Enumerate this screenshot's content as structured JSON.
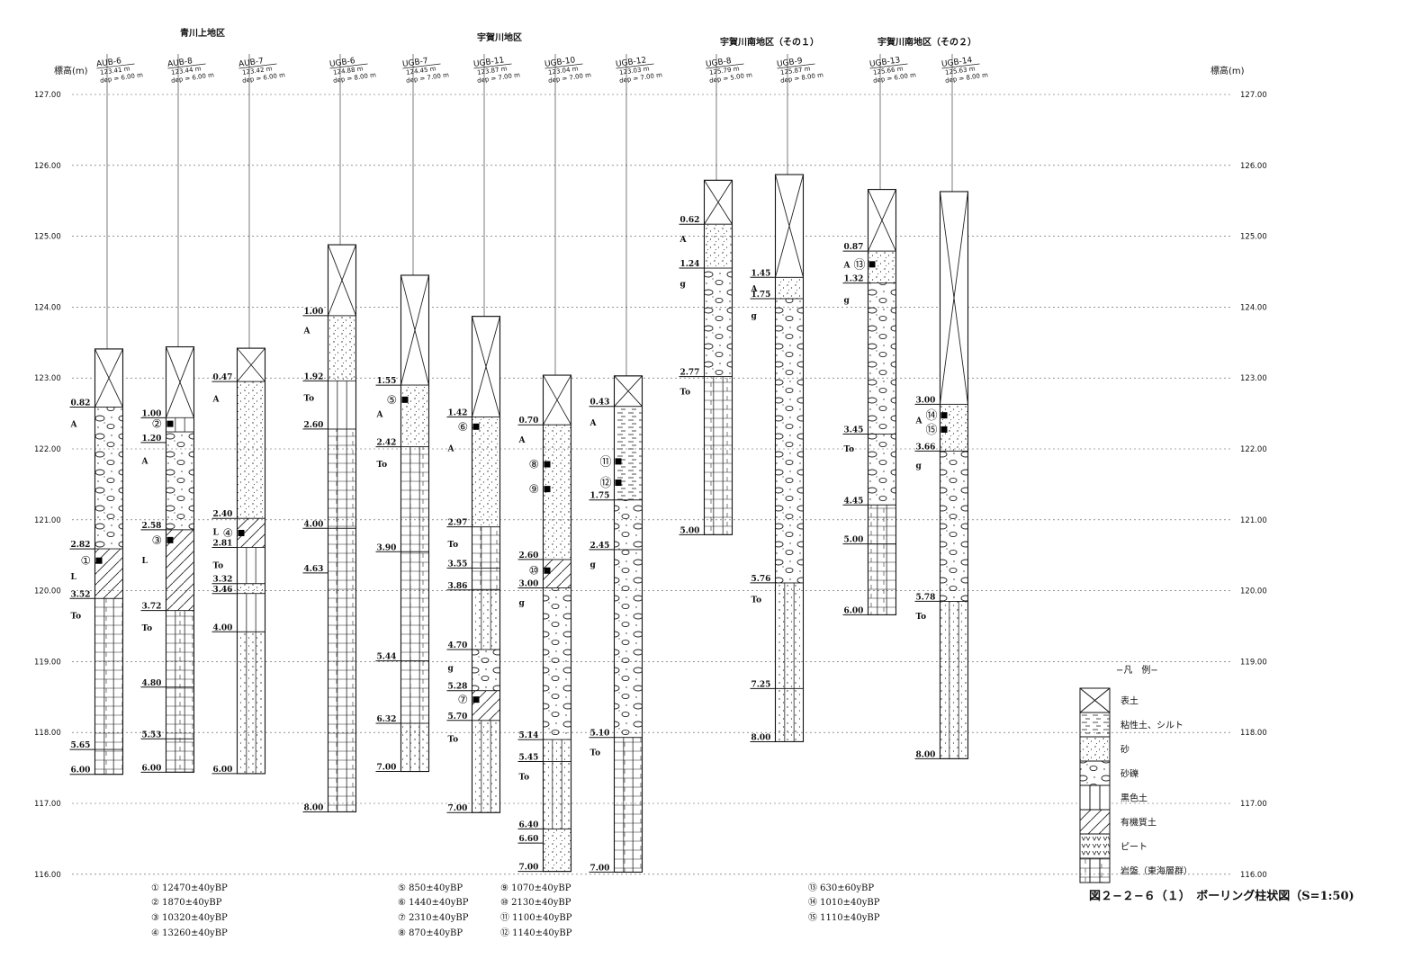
{
  "title": "図２−２−６（１）　ボーリング柱状図（S=1:50)",
  "axis": {
    "label": "標高(m)",
    "min": 116.0,
    "max": 127.0,
    "ticks": [
      "127.00",
      "126.00",
      "125.00",
      "124.00",
      "123.00",
      "122.00",
      "121.00",
      "120.00",
      "119.00",
      "118.00",
      "117.00",
      "116.00"
    ]
  },
  "districts": [
    {
      "name": "青川上地区"
    },
    {
      "name": "宇賀川地区"
    },
    {
      "name": "宇賀川南地区（その１）"
    },
    {
      "name": "宇賀川南地区（その２）"
    }
  ],
  "boreholes": [
    {
      "id": "AUB-6",
      "elev_label": "123.41 m",
      "depth_label": "dep = 6.00 m",
      "elev": 123.41,
      "depth": 6.0,
      "layers": [
        {
          "type": "topsoil",
          "from": 0,
          "to": 0.82
        },
        {
          "type": "gravel",
          "from": 0.82,
          "to": 2.82
        },
        {
          "type": "organic",
          "from": 2.82,
          "to": 3.52
        },
        {
          "type": "bedrock",
          "from": 3.52,
          "to": 5.65
        },
        {
          "type": "bedrock2",
          "from": 5.65,
          "to": 6.0
        }
      ],
      "labels": [
        {
          "text": "0.82",
          "depth": 0.82
        },
        {
          "text": "A",
          "depth": 1.05
        },
        {
          "text": "2.82",
          "depth": 2.82
        },
        {
          "text": "L",
          "depth": 3.2
        },
        {
          "text": "3.52",
          "depth": 3.52
        },
        {
          "text": "To",
          "depth": 3.75
        },
        {
          "text": "5.65",
          "depth": 5.65
        },
        {
          "text": "6.00",
          "depth": 6.0
        }
      ],
      "samples": [
        {
          "mark": "①",
          "depth": 2.98
        }
      ]
    },
    {
      "id": "AUB-8",
      "elev_label": "123.44 m",
      "depth_label": "dep = 6.00 m",
      "elev": 123.44,
      "depth": 6.0,
      "layers": [
        {
          "type": "topsoil",
          "from": 0,
          "to": 1.0
        },
        {
          "type": "black",
          "from": 1.0,
          "to": 1.2
        },
        {
          "type": "gravel",
          "from": 1.2,
          "to": 2.58
        },
        {
          "type": "organic",
          "from": 2.58,
          "to": 3.72
        },
        {
          "type": "bedrock",
          "from": 3.72,
          "to": 4.8
        },
        {
          "type": "bedrock",
          "from": 4.8,
          "to": 5.53
        },
        {
          "type": "bedrock2",
          "from": 5.53,
          "to": 6.0
        }
      ],
      "labels": [
        {
          "text": "1.00",
          "depth": 1.0
        },
        {
          "text": "1.20",
          "depth": 1.35
        },
        {
          "text": "A",
          "depth": 1.6
        },
        {
          "text": "2.58",
          "depth": 2.58
        },
        {
          "text": "L",
          "depth": 3.0
        },
        {
          "text": "3.72",
          "depth": 3.72
        },
        {
          "text": "To",
          "depth": 3.95
        },
        {
          "text": "4.80",
          "depth": 4.8
        },
        {
          "text": "5.53",
          "depth": 5.53
        },
        {
          "text": "6.00",
          "depth": 6.0
        }
      ],
      "samples": [
        {
          "mark": "②",
          "depth": 1.08
        },
        {
          "mark": "③",
          "depth": 2.72
        }
      ]
    },
    {
      "id": "AUB-7",
      "elev_label": "123.42 m",
      "depth_label": "dep = 6.00 m",
      "elev": 123.42,
      "depth": 6.0,
      "layers": [
        {
          "type": "topsoil",
          "from": 0,
          "to": 0.47
        },
        {
          "type": "sand",
          "from": 0.47,
          "to": 2.4
        },
        {
          "type": "organic",
          "from": 2.4,
          "to": 2.81
        },
        {
          "type": "black",
          "from": 2.81,
          "to": 3.32
        },
        {
          "type": "sand",
          "from": 3.32,
          "to": 3.46
        },
        {
          "type": "black",
          "from": 3.46,
          "to": 4.0
        },
        {
          "type": "blacksand",
          "from": 4.0,
          "to": 6.0
        }
      ],
      "labels": [
        {
          "text": "0.47",
          "depth": 0.47
        },
        {
          "text": "A",
          "depth": 0.7
        },
        {
          "text": "2.40",
          "depth": 2.4
        },
        {
          "text": "L",
          "depth": 2.58
        },
        {
          "text": "2.81",
          "depth": 2.81
        },
        {
          "text": "To",
          "depth": 3.05
        },
        {
          "text": "3.32",
          "depth": 3.32
        },
        {
          "text": "3.46",
          "depth": 3.46
        },
        {
          "text": "4.00",
          "depth": 4.0
        },
        {
          "text": "6.00",
          "depth": 6.0
        }
      ],
      "samples": [
        {
          "mark": "④",
          "depth": 2.6
        }
      ]
    },
    {
      "id": "UGB-6",
      "elev_label": "124.88 m",
      "depth_label": "dep = 8.00 m",
      "elev": 124.88,
      "depth": 8.0,
      "layers": [
        {
          "type": "topsoil",
          "from": 0,
          "to": 1.0
        },
        {
          "type": "sand",
          "from": 1.0,
          "to": 1.92
        },
        {
          "type": "black",
          "from": 1.92,
          "to": 2.6
        },
        {
          "type": "bedrock",
          "from": 2.6,
          "to": 4.0
        },
        {
          "type": "bedrock",
          "from": 4.0,
          "to": 8.0
        }
      ],
      "labels": [
        {
          "text": "1.00",
          "depth": 1.0
        },
        {
          "text": "A",
          "depth": 1.2
        },
        {
          "text": "1.92",
          "depth": 1.92
        },
        {
          "text": "To",
          "depth": 2.15
        },
        {
          "text": "2.60",
          "depth": 2.6
        },
        {
          "text": "4.00",
          "depth": 4.0
        },
        {
          "text": "4.63",
          "depth": 4.63
        },
        {
          "text": "8.00",
          "depth": 8.0
        }
      ],
      "samples": []
    },
    {
      "id": "UGB-7",
      "elev_label": "124.45 m",
      "depth_label": "dep = 7.00 m",
      "elev": 124.45,
      "depth": 7.0,
      "layers": [
        {
          "type": "topsoil",
          "from": 0,
          "to": 1.55
        },
        {
          "type": "sand",
          "from": 1.55,
          "to": 2.42
        },
        {
          "type": "bedrock",
          "from": 2.42,
          "to": 3.9
        },
        {
          "type": "bedrock",
          "from": 3.9,
          "to": 5.44
        },
        {
          "type": "bedrock",
          "from": 5.44,
          "to": 6.32
        },
        {
          "type": "blacksand",
          "from": 6.32,
          "to": 7.0
        }
      ],
      "labels": [
        {
          "text": "1.55",
          "depth": 1.55
        },
        {
          "text": "A",
          "depth": 1.95
        },
        {
          "text": "2.42",
          "depth": 2.42
        },
        {
          "text": "To",
          "depth": 2.65
        },
        {
          "text": "3.90",
          "depth": 3.9
        },
        {
          "text": "5.44",
          "depth": 5.44
        },
        {
          "text": "6.32",
          "depth": 6.32
        },
        {
          "text": "7.00",
          "depth": 7.0
        }
      ],
      "samples": [
        {
          "mark": "⑤",
          "depth": 1.75
        }
      ]
    },
    {
      "id": "UGB-11",
      "elev_label": "123.87 m",
      "depth_label": "dep = 7.00 m",
      "elev": 123.87,
      "depth": 7.0,
      "layers": [
        {
          "type": "topsoil",
          "from": 0,
          "to": 1.42
        },
        {
          "type": "sand",
          "from": 1.42,
          "to": 2.97
        },
        {
          "type": "bedrock",
          "from": 2.97,
          "to": 3.55
        },
        {
          "type": "bedrock",
          "from": 3.55,
          "to": 3.86
        },
        {
          "type": "blacksand",
          "from": 3.86,
          "to": 4.7
        },
        {
          "type": "gravel",
          "from": 4.7,
          "to": 5.28
        },
        {
          "type": "organic",
          "from": 5.28,
          "to": 5.7
        },
        {
          "type": "blacksand",
          "from": 5.7,
          "to": 7.0
        }
      ],
      "labels": [
        {
          "text": "1.42",
          "depth": 1.42
        },
        {
          "text": "A",
          "depth": 1.85
        },
        {
          "text": "2.97",
          "depth": 2.97
        },
        {
          "text": "To",
          "depth": 3.2
        },
        {
          "text": "3.55",
          "depth": 3.55
        },
        {
          "text": "3.86",
          "depth": 3.86
        },
        {
          "text": "4.70",
          "depth": 4.7
        },
        {
          "text": "g",
          "depth": 4.95
        },
        {
          "text": "5.28",
          "depth": 5.28
        },
        {
          "text": "5.70",
          "depth": 5.7
        },
        {
          "text": "To",
          "depth": 5.95
        },
        {
          "text": "7.00",
          "depth": 7.0
        }
      ],
      "samples": [
        {
          "mark": "⑥",
          "depth": 1.55
        },
        {
          "mark": "⑦",
          "depth": 5.4
        }
      ]
    },
    {
      "id": "UGB-10",
      "elev_label": "123.04 m",
      "depth_label": "dep = 7.00 m",
      "elev": 123.04,
      "depth": 7.0,
      "layers": [
        {
          "type": "topsoil",
          "from": 0,
          "to": 0.7
        },
        {
          "type": "sand",
          "from": 0.7,
          "to": 2.6
        },
        {
          "type": "organic",
          "from": 2.6,
          "to": 3.0
        },
        {
          "type": "gravel",
          "from": 3.0,
          "to": 5.14
        },
        {
          "type": "blacksand",
          "from": 5.14,
          "to": 5.45
        },
        {
          "type": "blacksand",
          "from": 5.45,
          "to": 6.4
        },
        {
          "type": "sand",
          "from": 6.4,
          "to": 7.0
        }
      ],
      "labels": [
        {
          "text": "0.70",
          "depth": 0.7
        },
        {
          "text": "A",
          "depth": 0.9
        },
        {
          "text": "2.60",
          "depth": 2.6
        },
        {
          "text": "3.00",
          "depth": 3.0
        },
        {
          "text": "g",
          "depth": 3.2
        },
        {
          "text": "5.14",
          "depth": 5.14
        },
        {
          "text": "5.45",
          "depth": 5.45
        },
        {
          "text": "To",
          "depth": 5.65
        },
        {
          "text": "6.40",
          "depth": 6.4
        },
        {
          "text": "6.60",
          "depth": 6.6
        },
        {
          "text": "7.00",
          "depth": 7.0
        }
      ],
      "samples": [
        {
          "mark": "⑧",
          "depth": 1.25
        },
        {
          "mark": "⑨",
          "depth": 1.6
        },
        {
          "mark": "⑩",
          "depth": 2.75
        }
      ]
    },
    {
      "id": "UGB-12",
      "elev_label": "123.03 m",
      "depth_label": "dep = 7.00 m",
      "elev": 123.03,
      "depth": 7.0,
      "layers": [
        {
          "type": "topsoil",
          "from": 0,
          "to": 0.43
        },
        {
          "type": "clay",
          "from": 0.43,
          "to": 1.75
        },
        {
          "type": "gravel",
          "from": 1.75,
          "to": 2.45
        },
        {
          "type": "gravel",
          "from": 2.45,
          "to": 5.1
        },
        {
          "type": "bedrock",
          "from": 5.1,
          "to": 7.0
        }
      ],
      "labels": [
        {
          "text": "0.43",
          "depth": 0.43
        },
        {
          "text": "A",
          "depth": 0.65
        },
        {
          "text": "1.75",
          "depth": 1.75
        },
        {
          "text": "2.45",
          "depth": 2.45
        },
        {
          "text": "g",
          "depth": 2.65
        },
        {
          "text": "5.10",
          "depth": 5.1
        },
        {
          "text": "To",
          "depth": 5.3
        },
        {
          "text": "7.00",
          "depth": 7.0
        }
      ],
      "samples": [
        {
          "mark": "⑪",
          "depth": 1.2
        },
        {
          "mark": "⑫",
          "depth": 1.5
        }
      ]
    },
    {
      "id": "UGB-8",
      "elev_label": "125.79 m",
      "depth_label": "dep = 5.00 m",
      "elev": 125.79,
      "depth": 5.0,
      "layers": [
        {
          "type": "topsoil",
          "from": 0,
          "to": 0.62
        },
        {
          "type": "sand",
          "from": 0.62,
          "to": 1.24
        },
        {
          "type": "gravel",
          "from": 1.24,
          "to": 2.77
        },
        {
          "type": "bedrock",
          "from": 2.77,
          "to": 5.0
        }
      ],
      "labels": [
        {
          "text": "0.62",
          "depth": 0.62
        },
        {
          "text": "A",
          "depth": 0.82
        },
        {
          "text": "1.24",
          "depth": 1.24
        },
        {
          "text": "g",
          "depth": 1.45
        },
        {
          "text": "2.77",
          "depth": 2.77
        },
        {
          "text": "To",
          "depth": 2.97
        },
        {
          "text": "5.00",
          "depth": 5.0
        }
      ],
      "samples": []
    },
    {
      "id": "UGB-9",
      "elev_label": "125.87 m",
      "depth_label": "dep = 8.00 m",
      "elev": 125.87,
      "depth": 8.0,
      "layers": [
        {
          "type": "topsoil",
          "from": 0,
          "to": 1.45
        },
        {
          "type": "sand",
          "from": 1.45,
          "to": 1.75
        },
        {
          "type": "gravel",
          "from": 1.75,
          "to": 5.76
        },
        {
          "type": "blacksand",
          "from": 5.76,
          "to": 7.25
        },
        {
          "type": "blacksand",
          "from": 7.25,
          "to": 8.0
        }
      ],
      "labels": [
        {
          "text": "1.45",
          "depth": 1.45
        },
        {
          "text": "A",
          "depth": 1.6
        },
        {
          "text": "1.75",
          "depth": 1.75
        },
        {
          "text": "g",
          "depth": 1.98
        },
        {
          "text": "5.76",
          "depth": 5.76
        },
        {
          "text": "To",
          "depth": 5.98
        },
        {
          "text": "7.25",
          "depth": 7.25
        },
        {
          "text": "8.00",
          "depth": 8.0
        }
      ],
      "samples": []
    },
    {
      "id": "UGB-13",
      "elev_label": "125.66 m",
      "depth_label": "dep = 6.00 m",
      "elev": 125.66,
      "depth": 6.0,
      "layers": [
        {
          "type": "topsoil",
          "from": 0,
          "to": 0.87
        },
        {
          "type": "sand",
          "from": 0.87,
          "to": 1.32
        },
        {
          "type": "gravel",
          "from": 1.32,
          "to": 3.45
        },
        {
          "type": "gravel",
          "from": 3.45,
          "to": 4.45
        },
        {
          "type": "bedrock",
          "from": 4.45,
          "to": 5.0
        },
        {
          "type": "bedrock",
          "from": 5.0,
          "to": 6.0
        }
      ],
      "labels": [
        {
          "text": "0.87",
          "depth": 0.87
        },
        {
          "text": "A",
          "depth": 1.05
        },
        {
          "text": "1.32",
          "depth": 1.32
        },
        {
          "text": "g",
          "depth": 1.55
        },
        {
          "text": "3.45",
          "depth": 3.45
        },
        {
          "text": "To",
          "depth": 3.65
        },
        {
          "text": "4.45",
          "depth": 4.45
        },
        {
          "text": "5.00",
          "depth": 5.0
        },
        {
          "text": "6.00",
          "depth": 6.0
        }
      ],
      "samples": [
        {
          "mark": "⑬",
          "depth": 1.05
        }
      ]
    },
    {
      "id": "UGB-14",
      "elev_label": "125.63 m",
      "depth_label": "dep = 8.00 m",
      "elev": 125.63,
      "depth": 8.0,
      "layers": [
        {
          "type": "topsoil",
          "from": 0,
          "to": 3.0
        },
        {
          "type": "sand",
          "from": 3.0,
          "to": 3.66
        },
        {
          "type": "gravel",
          "from": 3.66,
          "to": 5.78
        },
        {
          "type": "blacksand",
          "from": 5.78,
          "to": 8.0
        }
      ],
      "labels": [
        {
          "text": "3.00",
          "depth": 3.0
        },
        {
          "text": "A",
          "depth": 3.22
        },
        {
          "text": "3.66",
          "depth": 3.66
        },
        {
          "text": "g",
          "depth": 3.85
        },
        {
          "text": "5.78",
          "depth": 5.78
        },
        {
          "text": "To",
          "depth": 5.98
        },
        {
          "text": "8.00",
          "depth": 8.0
        }
      ],
      "samples": [
        {
          "mark": "⑭",
          "depth": 3.15
        },
        {
          "mark": "⑮",
          "depth": 3.35
        }
      ]
    }
  ],
  "legend": {
    "title": "−凡　例−",
    "items": [
      {
        "type": "topsoil",
        "label": "表土"
      },
      {
        "type": "clay",
        "label": "粘性土、シルト"
      },
      {
        "type": "sand",
        "label": "砂"
      },
      {
        "type": "gravel",
        "label": "砂礫"
      },
      {
        "type": "black",
        "label": "黒色土"
      },
      {
        "type": "organic",
        "label": "有機質土"
      },
      {
        "type": "peat",
        "label": "ピート"
      },
      {
        "type": "bedrock",
        "label": "岩盤（東海層群）"
      }
    ]
  },
  "dates": [
    [
      "① 12470±40yBP",
      "② 1870±40yBP",
      "③ 10320±40yBP",
      "④ 13260±40yBP"
    ],
    [
      "⑤ 850±40yBP",
      "⑥ 1440±40yBP",
      "⑦ 2310±40yBP",
      "⑧ 870±40yBP"
    ],
    [
      "⑨ 1070±40yBP",
      "⑩ 2130±40yBP",
      "⑪ 1100±40yBP",
      "⑫ 1140±40yBP"
    ],
    [
      "⑬ 630±60yBP",
      "⑭ 1010±40yBP",
      "⑮ 1110±40yBP"
    ]
  ]
}
